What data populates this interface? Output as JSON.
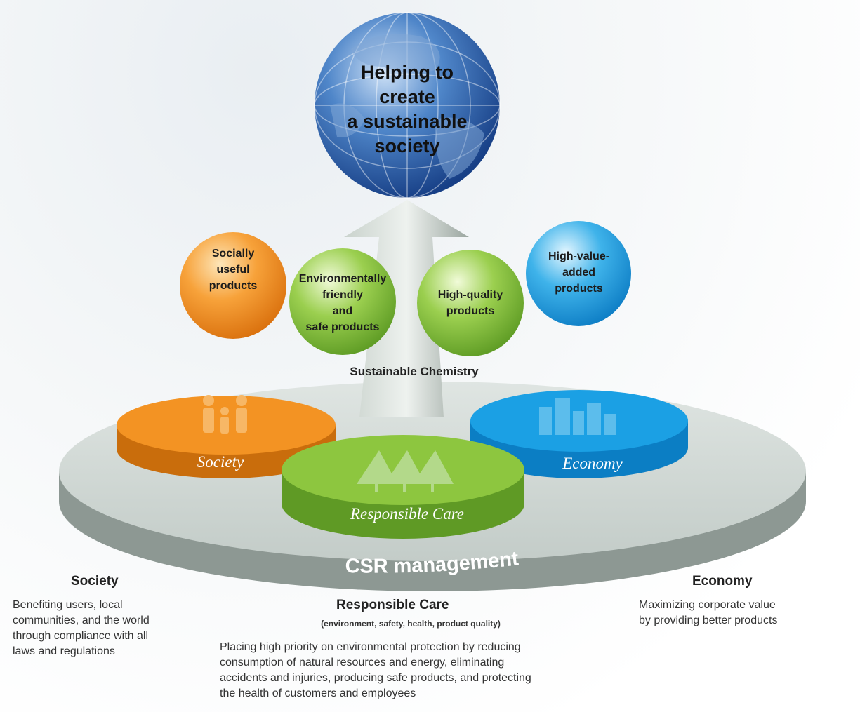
{
  "globe": {
    "label": "Helping to\ncreate\na sustainable\nsociety"
  },
  "balls": {
    "social": "Socially\nuseful\nproducts",
    "env": "Environmentally\nfriendly\nand\nsafe products",
    "quality": "High-quality\nproducts",
    "value": "High-value-\nadded\nproducts"
  },
  "arrow_label": "Sustainable Chemistry",
  "disks": {
    "society": "Society",
    "economy": "Economy",
    "responsible_care": "Responsible Care"
  },
  "platform_label": "CSR management",
  "captions": {
    "society": {
      "heading": "Society",
      "text": "Benefiting users, local\ncommunities, and the world\nthrough compliance with all\nlaws and regulations"
    },
    "responsible_care": {
      "heading": "Responsible Care",
      "subheading": "(environment, safety, health, product quality)",
      "text": "Placing high priority on environmental protection by reducing\nconsumption of natural resources and energy, eliminating\naccidents and injuries, producing safe products, and protecting\nthe health of customers and employees"
    },
    "economy": {
      "heading": "Economy",
      "text": "Maximizing corporate value\nby providing better products"
    }
  },
  "colors": {
    "orange": "#f0901e",
    "green": "#7fbf3a",
    "blue": "#1a9fe3",
    "globe": "#2a5ea8",
    "platform": "#cfd6d4"
  }
}
